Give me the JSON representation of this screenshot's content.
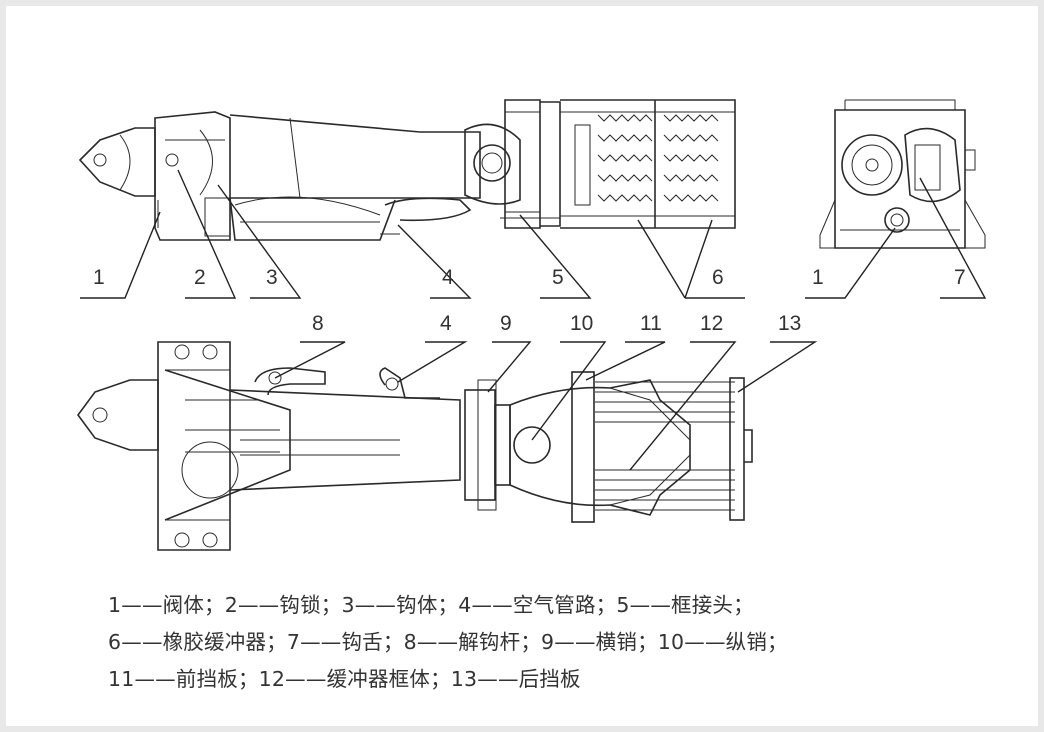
{
  "labels": {
    "top_left": [
      "1",
      "2",
      "3",
      "4",
      "5",
      "6"
    ],
    "top_right": [
      "1",
      "7"
    ],
    "bottom": [
      "8",
      "4",
      "9",
      "10",
      "11",
      "12",
      "13"
    ]
  },
  "caption": {
    "line1": "1——阀体；2——钩锁；3——钩体；4——空气管路；5——框接头；",
    "line2": "6——橡胶缓冲器；7——钩舌；8——解钩杆；9——横销；10——纵销；",
    "line3": "11——前挡板；12——缓冲器框体；13——后挡板"
  }
}
